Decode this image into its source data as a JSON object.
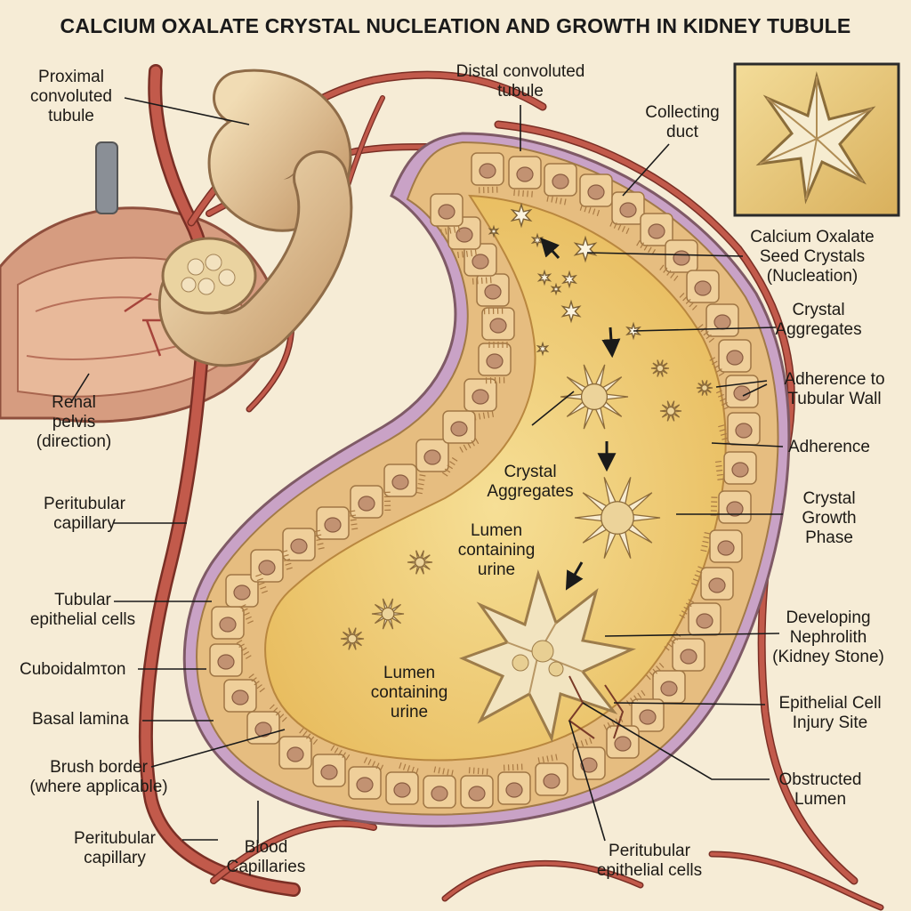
{
  "title": "CALCIUM OXALATE CRYSTAL NUCLEATION AND GROWTH IN KIDNEY TUBULE",
  "colors": {
    "background": "#f6ecd6",
    "vessel": "#b24a3e",
    "tubule_wall": "#e2b87a",
    "cell_fill": "#ecc792",
    "nucleus": "#b98b68",
    "lumen": "#f1d27e",
    "crystal": "#f3e6c4",
    "pelvis": "#d79b7f"
  },
  "labels": {
    "proximal": "Proximal\nconvoluted\ntubule",
    "distal": "Distal convoluted\ntubule",
    "collecting": "Collecting\nduct",
    "seed": "Calcium Oxalate\nSeed Crystals\n(Nucleation)",
    "aggregates_right": "Crystal\nAggregates",
    "adherence_wall": "Adherence to\nTubular Wall",
    "adherence": "Adherence",
    "growth": "Crystal\nGrowth\nPhase",
    "nephrolith": "Developing\nNephrolith\n(Kidney Stone)",
    "injury": "Epithelial Cell\nInjury Site",
    "obstructed": "Obstructed\nLumen",
    "peri_epi": "Peritubular\nepithelial cells",
    "blood_cap": "Blood\nCapillaries",
    "peri_cap_bottom": "Peritubular\ncapillary",
    "brush": "Brush border\n(where applicable)",
    "basal": "Basal lamina",
    "cuboidal": "Cuboidalmτon",
    "tubular_epi": "Tubular\nepithelial cells",
    "peri_cap_left": "Peritubular\ncapillary",
    "renal_pelvis": "Renal\npelvis\n(direction)",
    "aggregates_center": "Crystal\nAggregates",
    "lumen_upper": "Lumen\ncontaining\nurine",
    "lumen_lower": "Lumen\ncontaining\nurine"
  },
  "icons": {
    "inset": "seed-crystal-icon",
    "flow_arrows": "flow-arrow-icon"
  }
}
